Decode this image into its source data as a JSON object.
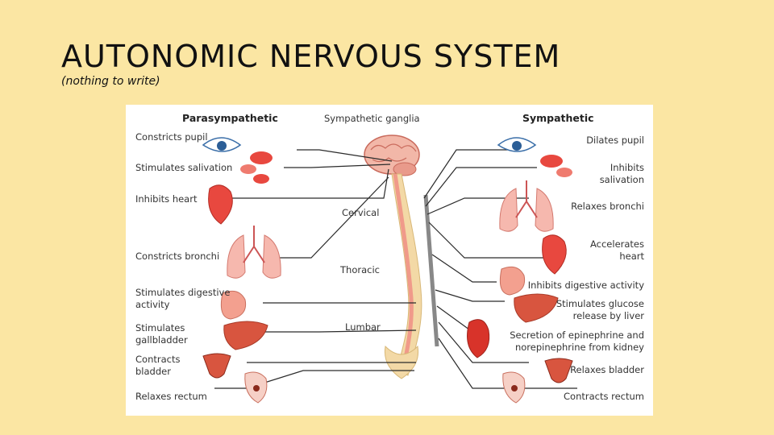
{
  "slide": {
    "title": "AUTONOMIC NERVOUS SYSTEM",
    "subtitle": "(nothing to write)"
  },
  "diagram": {
    "headers": {
      "parasympathetic": "Parasympathetic",
      "ganglia": "Sympathetic ganglia",
      "sympathetic": "Sympathetic"
    },
    "regions": {
      "cervical": "Cervical",
      "thoracic": "Thoracic",
      "lumbar": "Lumbar"
    },
    "parasympathetic_effects": [
      "Constricts pupil",
      "Stimulates salivation",
      "Inhibits heart",
      "Constricts bronchi",
      [
        "Stimulates digestive",
        "activity"
      ],
      [
        "Stimulates",
        "gallbladder"
      ],
      [
        "Contracts",
        "bladder"
      ],
      "Relaxes rectum"
    ],
    "sympathetic_effects": [
      "Dilates pupil",
      [
        "Inhibits",
        "salivation"
      ],
      "Relaxes bronchi",
      [
        "Accelerates",
        "heart"
      ],
      "Inhibits digestive activity",
      [
        "Stimulates glucose",
        "release by liver"
      ],
      [
        "Secretion of epinephrine and",
        "norepinephrine from kidney"
      ],
      "Relaxes bladder",
      "Contracts rectum"
    ],
    "colors": {
      "background": "#fbe6a3",
      "nerve": "#2b2b2b",
      "organ": "#e8483f",
      "spine": "#f3d9a6",
      "cord": "#f09a8a"
    }
  }
}
